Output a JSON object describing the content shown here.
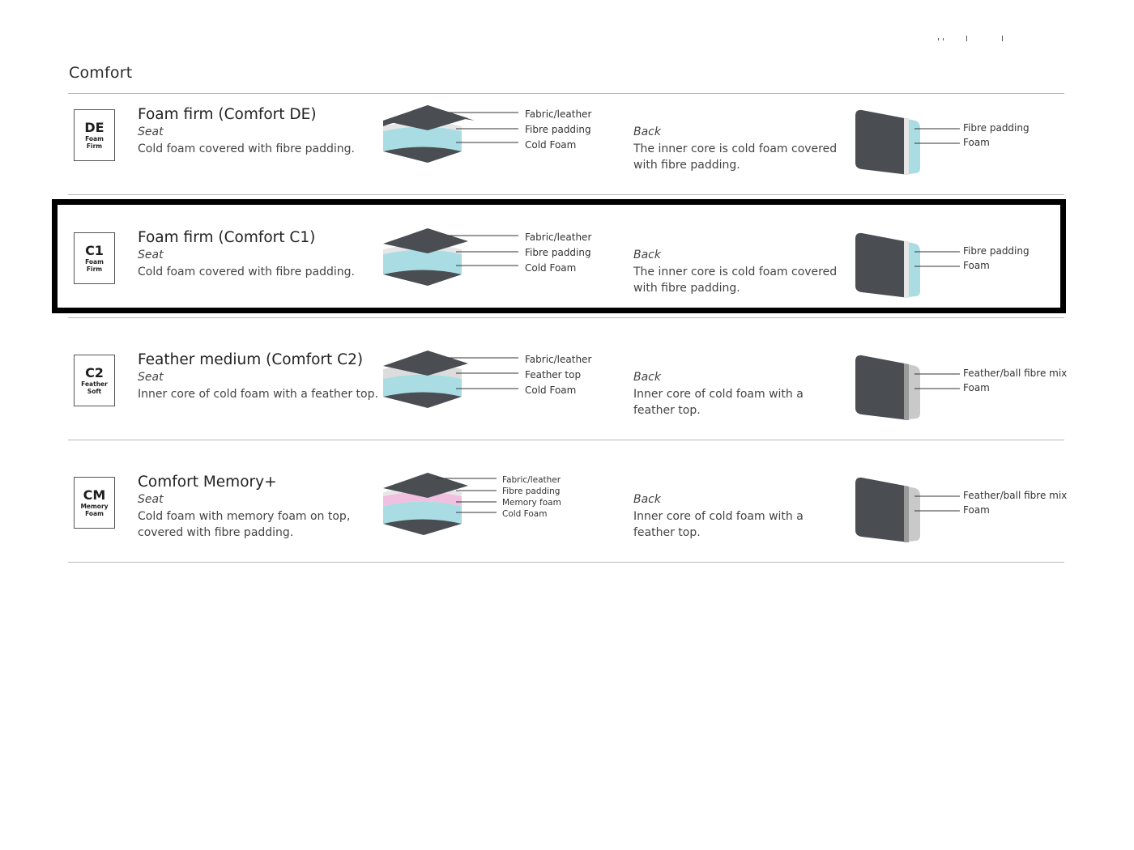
{
  "section_title": "Comfort",
  "rows": [
    {
      "code": "DE",
      "badge_sub": [
        "Foam",
        "Firm"
      ],
      "title": "Foam firm (Comfort DE)",
      "seat_label": "Seat",
      "seat_desc": "Cold foam covered with fibre padding.",
      "seat_layers": [
        "Fabric/leather",
        "Fibre padding",
        "Cold Foam"
      ],
      "back_label": "Back",
      "back_desc": "The inner core is cold foam covered with fibre padding.",
      "back_layers": [
        "Fibre padding",
        "Foam"
      ]
    },
    {
      "code": "C1",
      "badge_sub": [
        "Foam",
        "Firm"
      ],
      "title": "Foam firm (Comfort C1)",
      "seat_label": "Seat",
      "seat_desc": "Cold foam covered with fibre padding.",
      "seat_layers": [
        "Fabric/leather",
        "Fibre padding",
        "Cold Foam"
      ],
      "back_label": "Back",
      "back_desc": "The inner core is cold foam covered with fibre padding.",
      "back_layers": [
        "Fibre padding",
        "Foam"
      ]
    },
    {
      "code": "C2",
      "badge_sub": [
        "Feather",
        "Soft"
      ],
      "title": "Feather medium (Comfort C2)",
      "seat_label": "Seat",
      "seat_desc": "Inner core of cold foam with a feather top.",
      "seat_layers": [
        "Fabric/leather",
        "Feather top",
        "Cold Foam"
      ],
      "back_label": "Back",
      "back_desc": "Inner core of cold foam with a feather top.",
      "back_layers": [
        "Feather/ball fibre mix",
        "Foam"
      ]
    },
    {
      "code": "CM",
      "badge_sub": [
        "Memory",
        "Foam"
      ],
      "title": "Comfort Memory+",
      "seat_label": "Seat",
      "seat_desc": "Cold foam with memory foam on top, covered with fibre padding.",
      "seat_layers": [
        "Fabric/leather",
        "Fibre padding",
        "Memory foam",
        "Cold Foam"
      ],
      "back_label": "Back",
      "back_desc": "Inner core of cold foam with a feather top.",
      "back_layers": [
        "Feather/ball fibre mix",
        "Foam"
      ]
    }
  ],
  "colors": {
    "cover": "#4a4d52",
    "foam": "#a9dde3",
    "fibre": "#e6e6e6",
    "memory": "#f1bfe0",
    "highlight": "#000000"
  }
}
